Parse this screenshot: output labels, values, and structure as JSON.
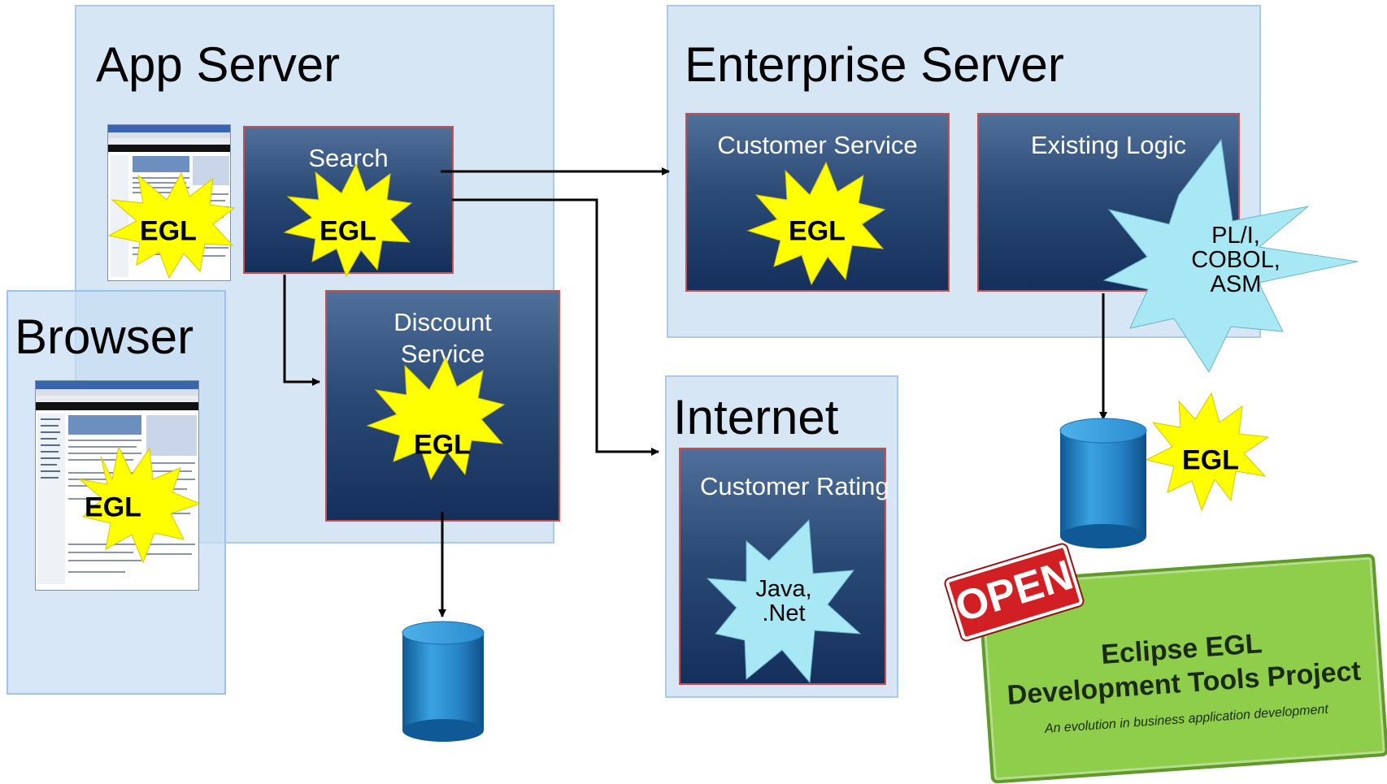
{
  "regions": {
    "app_server": "App Server",
    "browser": "Browser",
    "enterprise_server": "Enterprise Server",
    "internet": "Internet"
  },
  "services": {
    "search": "Search",
    "discount_line1": "Discount",
    "discount_line2": "Service",
    "customer_service": "Customer Service",
    "existing_logic": "Existing Logic",
    "customer_rating": "Customer Rating"
  },
  "bursts": {
    "egl": "EGL",
    "legacy_line1": "PL/I,",
    "legacy_line2": "COBOL,",
    "legacy_line3": "ASM",
    "java_line1": "Java,",
    "java_line2": ".Net"
  },
  "sign": {
    "open": "OPEN",
    "title_line1": "Eclipse EGL",
    "title_line2": "Development Tools Project",
    "tagline": "An evolution in business application development"
  },
  "colors": {
    "region_fill": "#d6e6f5",
    "service_top": "#4f709a",
    "service_bottom": "#152f5c",
    "egl_burst": "#ffff00",
    "tech_burst": "#a8e8f4",
    "database": "#2a86c8",
    "sign_green": "#8fce4a",
    "sign_red": "#d11f24"
  }
}
